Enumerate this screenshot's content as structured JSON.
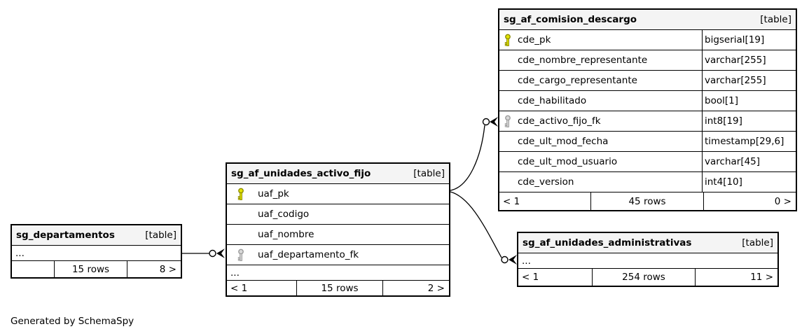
{
  "caption": "Generated by SchemaSpy",
  "colors": {
    "primary_key_icon": "#e3e300",
    "primary_key_outline": "#8b8b00",
    "foreign_key_icon": "#d9d9d9",
    "foreign_key_outline": "#9a9a9a",
    "header_bg": "#f4f4f4",
    "border": "#000000"
  },
  "tables": {
    "comision": {
      "name": "sg_af_comision_descargo",
      "tag": "[table]",
      "rows": [
        {
          "name": "cde_pk",
          "type": "bigserial[19]",
          "key": "pk"
        },
        {
          "name": "cde_nombre_representante",
          "type": "varchar[255]",
          "key": ""
        },
        {
          "name": "cde_cargo_representante",
          "type": "varchar[255]",
          "key": ""
        },
        {
          "name": "cde_habilitado",
          "type": "bool[1]",
          "key": ""
        },
        {
          "name": "cde_activo_fijo_fk",
          "type": "int8[19]",
          "key": "fk"
        },
        {
          "name": "cde_ult_mod_fecha",
          "type": "timestamp[29,6]",
          "key": ""
        },
        {
          "name": "cde_ult_mod_usuario",
          "type": "varchar[45]",
          "key": ""
        },
        {
          "name": "cde_version",
          "type": "int4[10]",
          "key": ""
        }
      ],
      "footer": {
        "parents": "< 1",
        "row_count": "45 rows",
        "children": "0 >"
      }
    },
    "unidades_activo_fijo": {
      "name": "sg_af_unidades_activo_fijo",
      "tag": "[table]",
      "rows": [
        {
          "name": "uaf_pk",
          "key": "pk"
        },
        {
          "name": "uaf_codigo",
          "key": ""
        },
        {
          "name": "uaf_nombre",
          "key": ""
        },
        {
          "name": "uaf_departamento_fk",
          "key": "fk"
        }
      ],
      "ellipsis": "...",
      "footer": {
        "parents": "< 1",
        "row_count": "15 rows",
        "children": "2 >"
      }
    },
    "departamentos": {
      "name": "sg_departamentos",
      "tag": "[table]",
      "ellipsis": "...",
      "footer": {
        "parents": "",
        "row_count": "15 rows",
        "children": "8 >"
      }
    },
    "unidades_administrativas": {
      "name": "sg_af_unidades_administrativas",
      "tag": "[table]",
      "ellipsis": "...",
      "footer": {
        "parents": "< 1",
        "row_count": "254 rows",
        "children": "11 >"
      }
    }
  }
}
